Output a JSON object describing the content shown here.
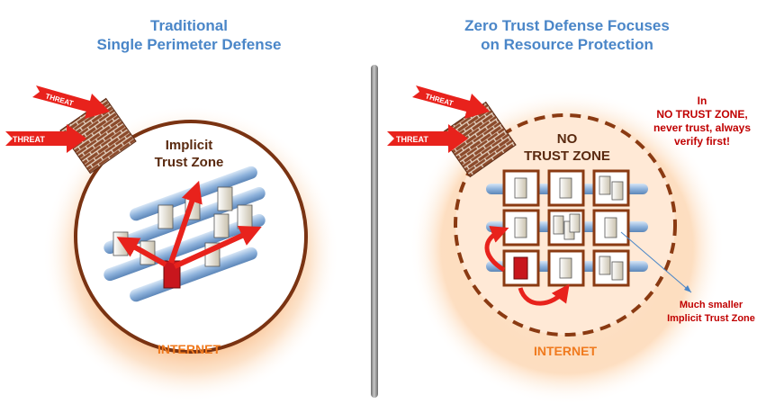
{
  "left": {
    "title_line1": "Traditional",
    "title_line2": "Single Perimeter Defense",
    "zone_line1": "Implicit",
    "zone_line2": "Trust Zone",
    "internet": "INTERNET",
    "threat_label": "THREAT"
  },
  "right": {
    "title_line1": "Zero Trust Defense Focuses",
    "title_line2": "on Resource Protection",
    "zone_line1": "NO",
    "zone_line2": "TRUST ZONE",
    "note_line1": "In",
    "note_line2": "NO TRUST ZONE,",
    "note_line3": "never trust, always",
    "note_line4": "verify first!",
    "callout_line1": "Much smaller",
    "callout_line2": "Implicit Trust Zone",
    "internet": "INTERNET",
    "threat_label": "THREAT"
  },
  "colors": {
    "title": "#4a86c8",
    "internet": "#f07a1e",
    "threat": "#e8221c",
    "zone_border": "#8a3a12",
    "pipe": "#9ec0e6",
    "note": "#c00000"
  }
}
